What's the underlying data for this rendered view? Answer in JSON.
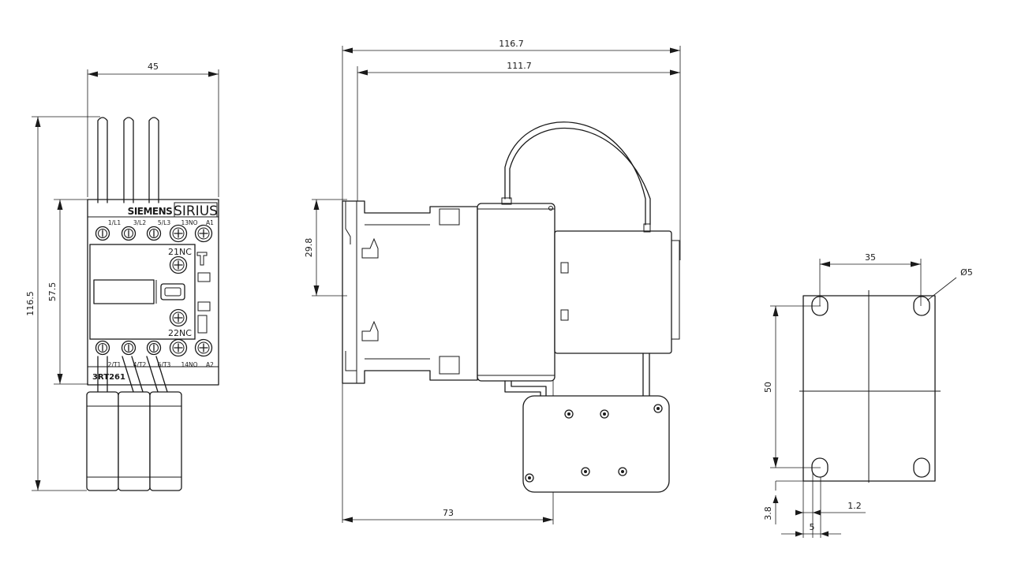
{
  "front_view": {
    "brand_label": "SIEMENS",
    "product_label": "SIRIUS",
    "terminal_labels_top": [
      "1/L1",
      "3/L2",
      "5/L3",
      "13NO",
      "A1"
    ],
    "terminal_labels_bottom": [
      "2/T1",
      "4/T2",
      "6/T3",
      "14NO",
      "A2"
    ],
    "aux_top_label": "21NC",
    "aux_bottom_label": "22NC",
    "type_label": "3RT261",
    "dim_width": "45",
    "dim_height": "116.5",
    "dim_body_height": "57.5"
  },
  "side_view": {
    "dim_overall_depth": "116.7",
    "dim_depth": "111.7",
    "dim_rail": "29.8",
    "dim_base_depth": "73"
  },
  "mounting_view": {
    "dim_hole_spacing_h": "35",
    "dim_hole_diameter": "Ø5",
    "dim_hole_spacing_v": "50",
    "dim_offset_small": "1.2",
    "dim_offset_v": "3.8",
    "dim_offset_h": "5"
  }
}
